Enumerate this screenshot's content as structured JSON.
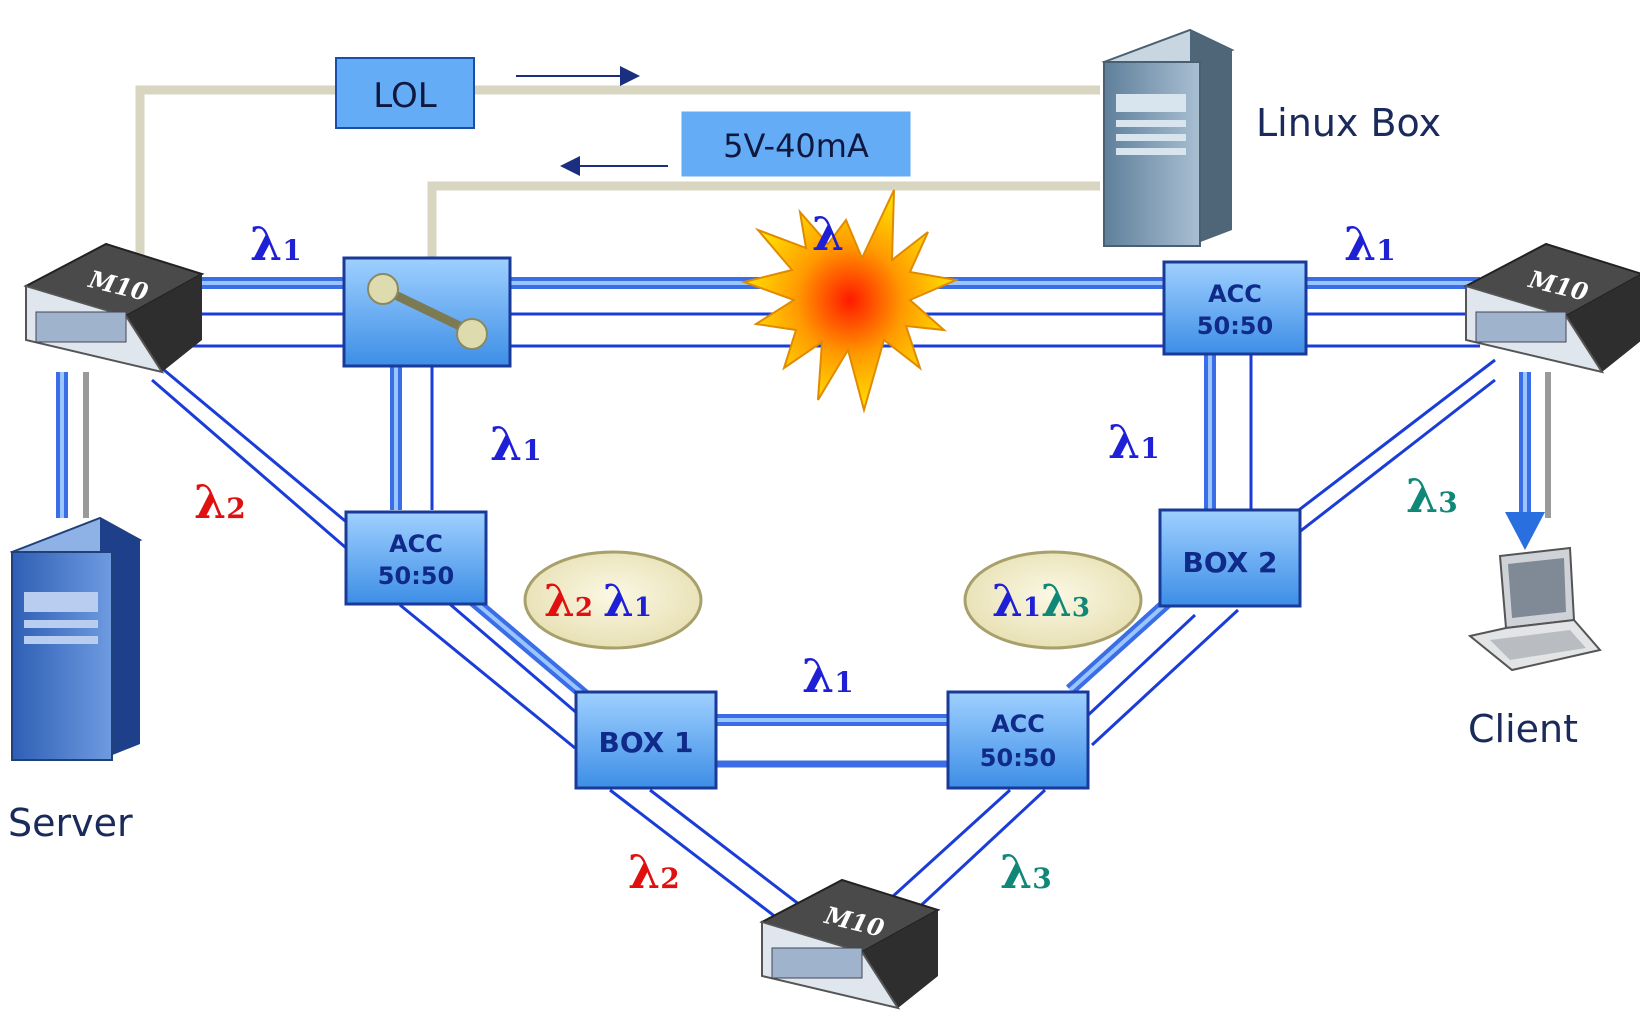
{
  "labels": {
    "lol": "LOL",
    "power": "5V-40mA",
    "linux_box": "Linux Box",
    "server": "Server",
    "client": "Client"
  },
  "devices": {
    "m10": "M10",
    "acc": "ACC",
    "ratio": "50:50",
    "box1": "BOX 1",
    "box2": "BOX 2"
  },
  "wavelengths": {
    "symbol": "λ",
    "one": "1",
    "two": "2",
    "three": "3"
  },
  "colors": {
    "lambda1": "#1f1fd6",
    "lambda2": "#e01010",
    "lambda3": "#118877",
    "fiber": "#1a3cd8",
    "box_fill": "#5aaaf0",
    "control_line": "#d8d6c0"
  }
}
